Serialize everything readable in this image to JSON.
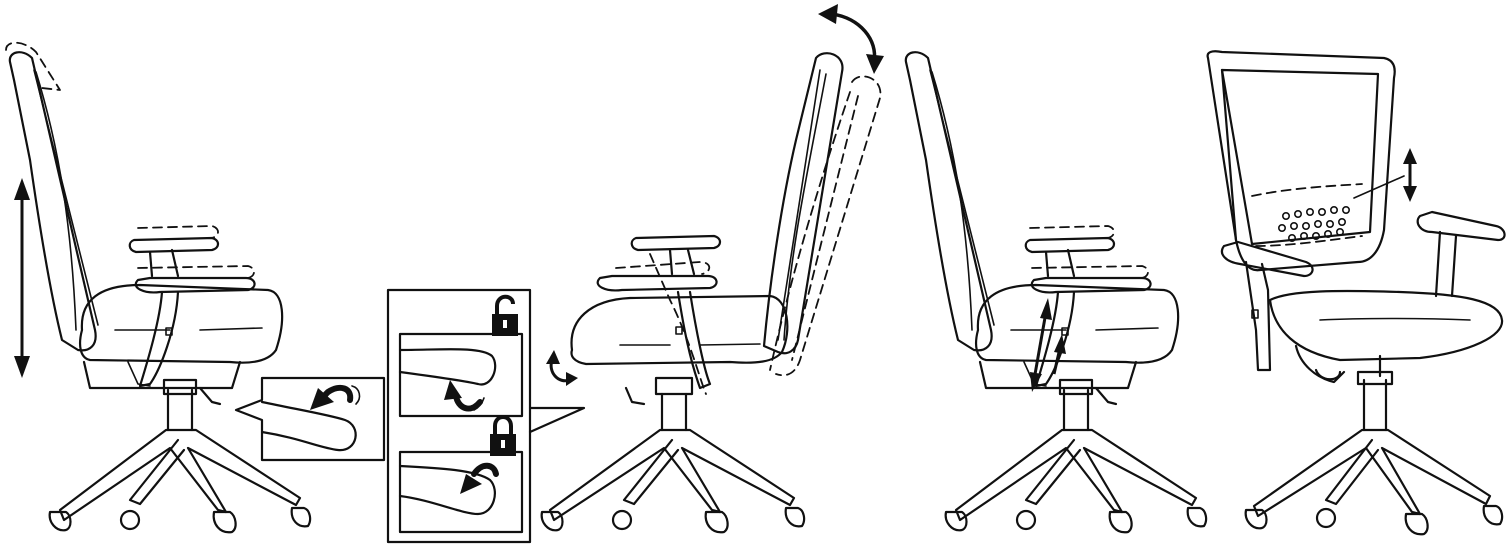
{
  "diagram": {
    "type": "chair-adjustment-instructions",
    "panels": [
      {
        "id": "height-adjustment",
        "icons": [
          "vertical-double-arrow-icon",
          "lever-pull-arrow-icon"
        ]
      },
      {
        "id": "backrest-tilt-lock",
        "icons": [
          "curved-double-arrow-icon",
          "unlock-icon",
          "lock-icon",
          "lever-rotate-arrow-icon"
        ]
      },
      {
        "id": "armrest-height",
        "icons": [
          "armrest-up-arrow-icon"
        ]
      },
      {
        "id": "lumbar-support-height",
        "icons": [
          "lumbar-vertical-arrow-icon"
        ]
      }
    ],
    "colors": {
      "line": "#111111",
      "background": "#ffffff"
    }
  }
}
